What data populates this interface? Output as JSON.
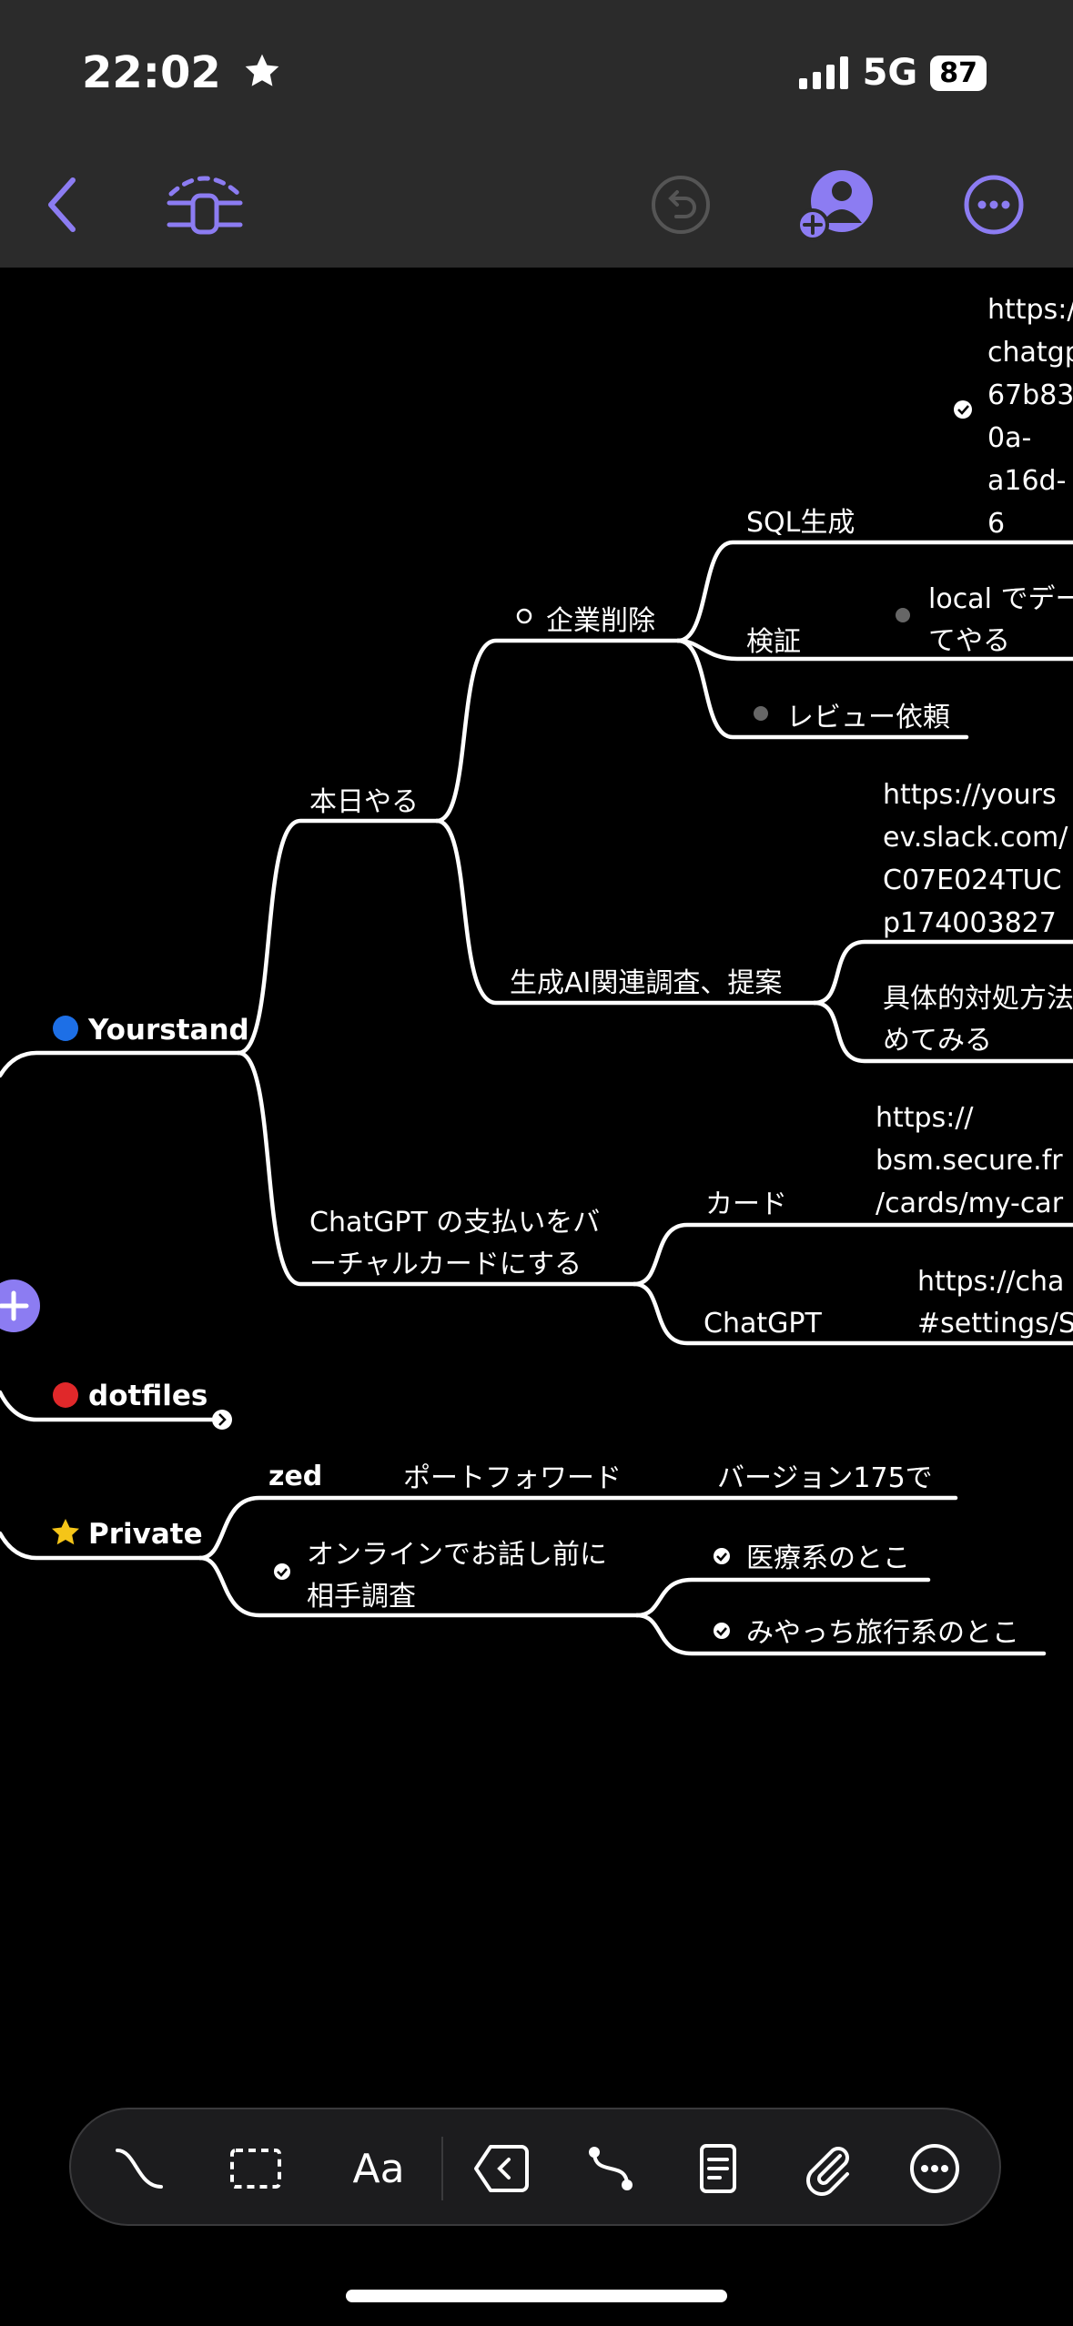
{
  "status": {
    "time": "22:02",
    "network": "5G",
    "battery": "87"
  },
  "colors": {
    "accent": "#8c7cf2",
    "background": "#000000",
    "line": "#ffffff",
    "bar": "#2b2b2b"
  },
  "mindmap": {
    "yourstand": {
      "label": "Yourstand",
      "honjitsu": "本日やる",
      "kigyo": "企業削除",
      "sql": "SQL生成",
      "url1": [
        "https:/",
        "chatgp",
        "67b83",
        "0a-",
        "a16d-",
        "6"
      ],
      "kensho": "検証",
      "local": [
        "local でデー",
        "てやる"
      ],
      "review": "レビュー依頼",
      "ai": "生成AI関連調査、提案",
      "slack": [
        "https://yours",
        "ev.slack.com/",
        "C07E024TUC",
        "p174003827"
      ],
      "gutai": [
        "具体的対処方法",
        "めてみる"
      ],
      "chatgpt_pay": [
        "ChatGPT の支払いをバ",
        "ーチャルカードにする"
      ],
      "card": "カード",
      "bsm": [
        "https://",
        "bsm.secure.fr",
        "/cards/my-car"
      ],
      "chatgpt": "ChatGPT",
      "settings_url": [
        "https://cha",
        "#settings/S"
      ]
    },
    "dotfiles": {
      "label": "dotfiles"
    },
    "private": {
      "label": "Private",
      "zed": "zed",
      "port": "ポートフォワード",
      "version": "バージョン175で",
      "online": [
        "オンラインでお話し前に",
        "相手調査"
      ],
      "iryo": "医療系のとこ",
      "miyacchi": "みやっち旅行系のとこ"
    }
  },
  "toolbar": {
    "text_tool": "Aa"
  }
}
